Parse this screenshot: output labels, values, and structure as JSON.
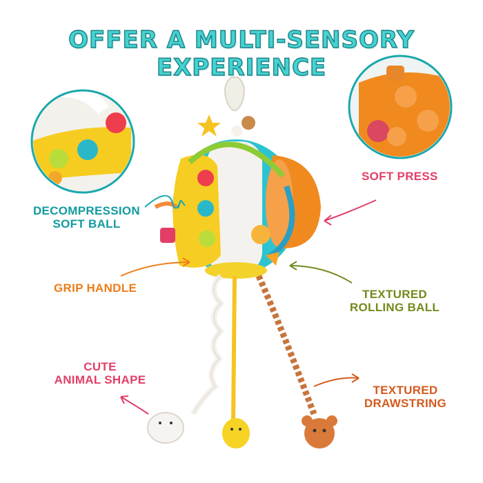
{
  "headline": "OFFER A MULTI-SENSORY EXPERIENCE",
  "labels": {
    "soft_press": "SOFT PRESS",
    "decompression_line1": "DECOMPRESSION",
    "decompression_line2": "SOFT BALL",
    "grip_handle": "GRIP HANDLE",
    "textured_rolling_line1": "TEXTURED",
    "textured_rolling_line2": "ROLLING BALL",
    "cute_animal_line1": "CUTE",
    "cute_animal_line2": "ANIMAL SHAPE",
    "textured_drawstring_line1": "TEXTURED",
    "textured_drawstring_line2": "DRAWSTRING"
  },
  "colors": {
    "headline": "#45d2d0",
    "soft_press": "#e23e66",
    "decompression": "#129ba0",
    "grip_handle": "#ee7d18",
    "rolling_ball": "#708b1b",
    "cute_animal": "#e23e66",
    "drawstring": "#d45a1c"
  }
}
